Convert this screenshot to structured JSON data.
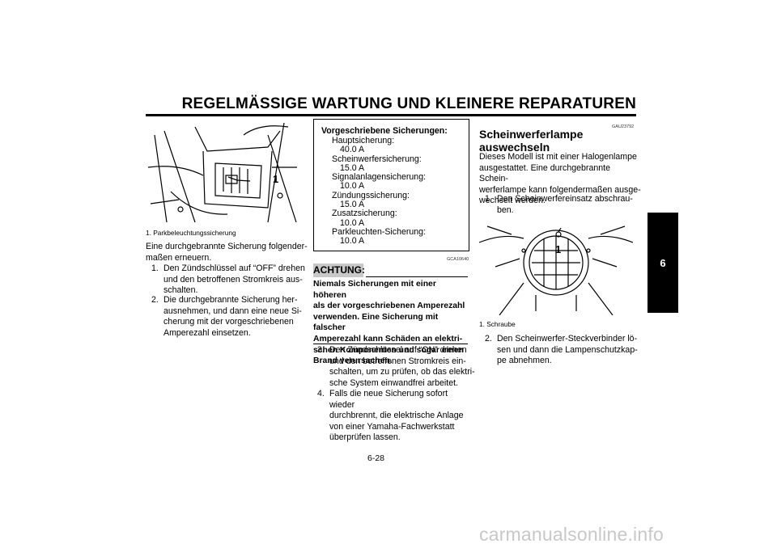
{
  "header": {
    "title": "REGELMÄSSIGE WARTUNG UND KLEINERE REPARATUREN"
  },
  "chapter_tab": "6",
  "left_column": {
    "figure_callout": "1",
    "caption": "1. Parkbeleuchtungssicherung",
    "intro": [
      "Eine durchgebrannte Sicherung folgender-",
      "maßen erneuern."
    ],
    "steps": [
      {
        "num": "1.",
        "lines": [
          "Den Zündschlüssel auf “OFF” drehen",
          "und den betroffenen Stromkreis aus-",
          "schalten."
        ]
      },
      {
        "num": "2.",
        "lines": [
          "Die durchgebrannte Sicherung her-",
          "ausnehmen, und dann eine neue Si-",
          "cherung mit der vorgeschriebenen",
          "Amperezahl einsetzen."
        ]
      }
    ]
  },
  "middle_column": {
    "spec_box": {
      "title": "Vorgeschriebene Sicherungen:",
      "items": [
        {
          "label": "Hauptsicherung:",
          "value": "40.0 A"
        },
        {
          "label": "Scheinwerfersicherung:",
          "value": "15.0 A"
        },
        {
          "label": "Signalanlagensicherung:",
          "value": "10.0 A"
        },
        {
          "label": "Zündungssicherung:",
          "value": "15.0 A"
        },
        {
          "label": "Zusatzsicherung:",
          "value": "10.0 A"
        },
        {
          "label": "Parkleuchten-Sicherung:",
          "value": "10.0 A"
        }
      ]
    },
    "caution_code": "GCA10640",
    "caution_label": "ACHTUNG:",
    "caution_lines": [
      "Niemals Sicherungen mit einer höheren",
      "als der vorgeschriebenen Amperezahl",
      "verwenden. Eine Sicherung mit falscher",
      "Amperezahl kann Schäden an elektri-",
      "schen Komponenten und sogar einen",
      "Brand verursachen."
    ],
    "steps": [
      {
        "num": "3.",
        "lines": [
          "Den Zündschlüssel auf “ON” drehen",
          "und den betroffenen Stromkreis ein-",
          "schalten, um zu prüfen, ob das elektri-",
          "sche System einwandfrei arbeitet."
        ]
      },
      {
        "num": "4.",
        "lines": [
          "Falls die neue Sicherung sofort wieder",
          "durchbrennt, die elektrische Anlage",
          "von einer Yamaha-Fachwerkstatt",
          "überprüfen lassen."
        ]
      }
    ]
  },
  "right_column": {
    "section_code": "GAU23792",
    "heading": [
      "Scheinwerferlampe",
      "auswechseln"
    ],
    "intro": [
      "Dieses Modell ist mit einer Halogenlampe",
      "ausgestattet. Eine durchgebrannte Schein-",
      "werferlampe kann folgendermaßen ausge-",
      "wechselt werden."
    ],
    "step1": {
      "num": "1.",
      "lines": [
        "Den Scheinwerfereinsatz abschrau-",
        "ben."
      ]
    },
    "figure_callout": "1",
    "caption": "1. Schraube",
    "step2": {
      "num": "2.",
      "lines": [
        "Den Scheinwerfer-Steckverbinder lö-",
        "sen und dann die Lampenschutzkap-",
        "pe abnehmen."
      ]
    }
  },
  "footer": {
    "page_number": "6-28",
    "watermark": "carmanualsonline.info"
  }
}
